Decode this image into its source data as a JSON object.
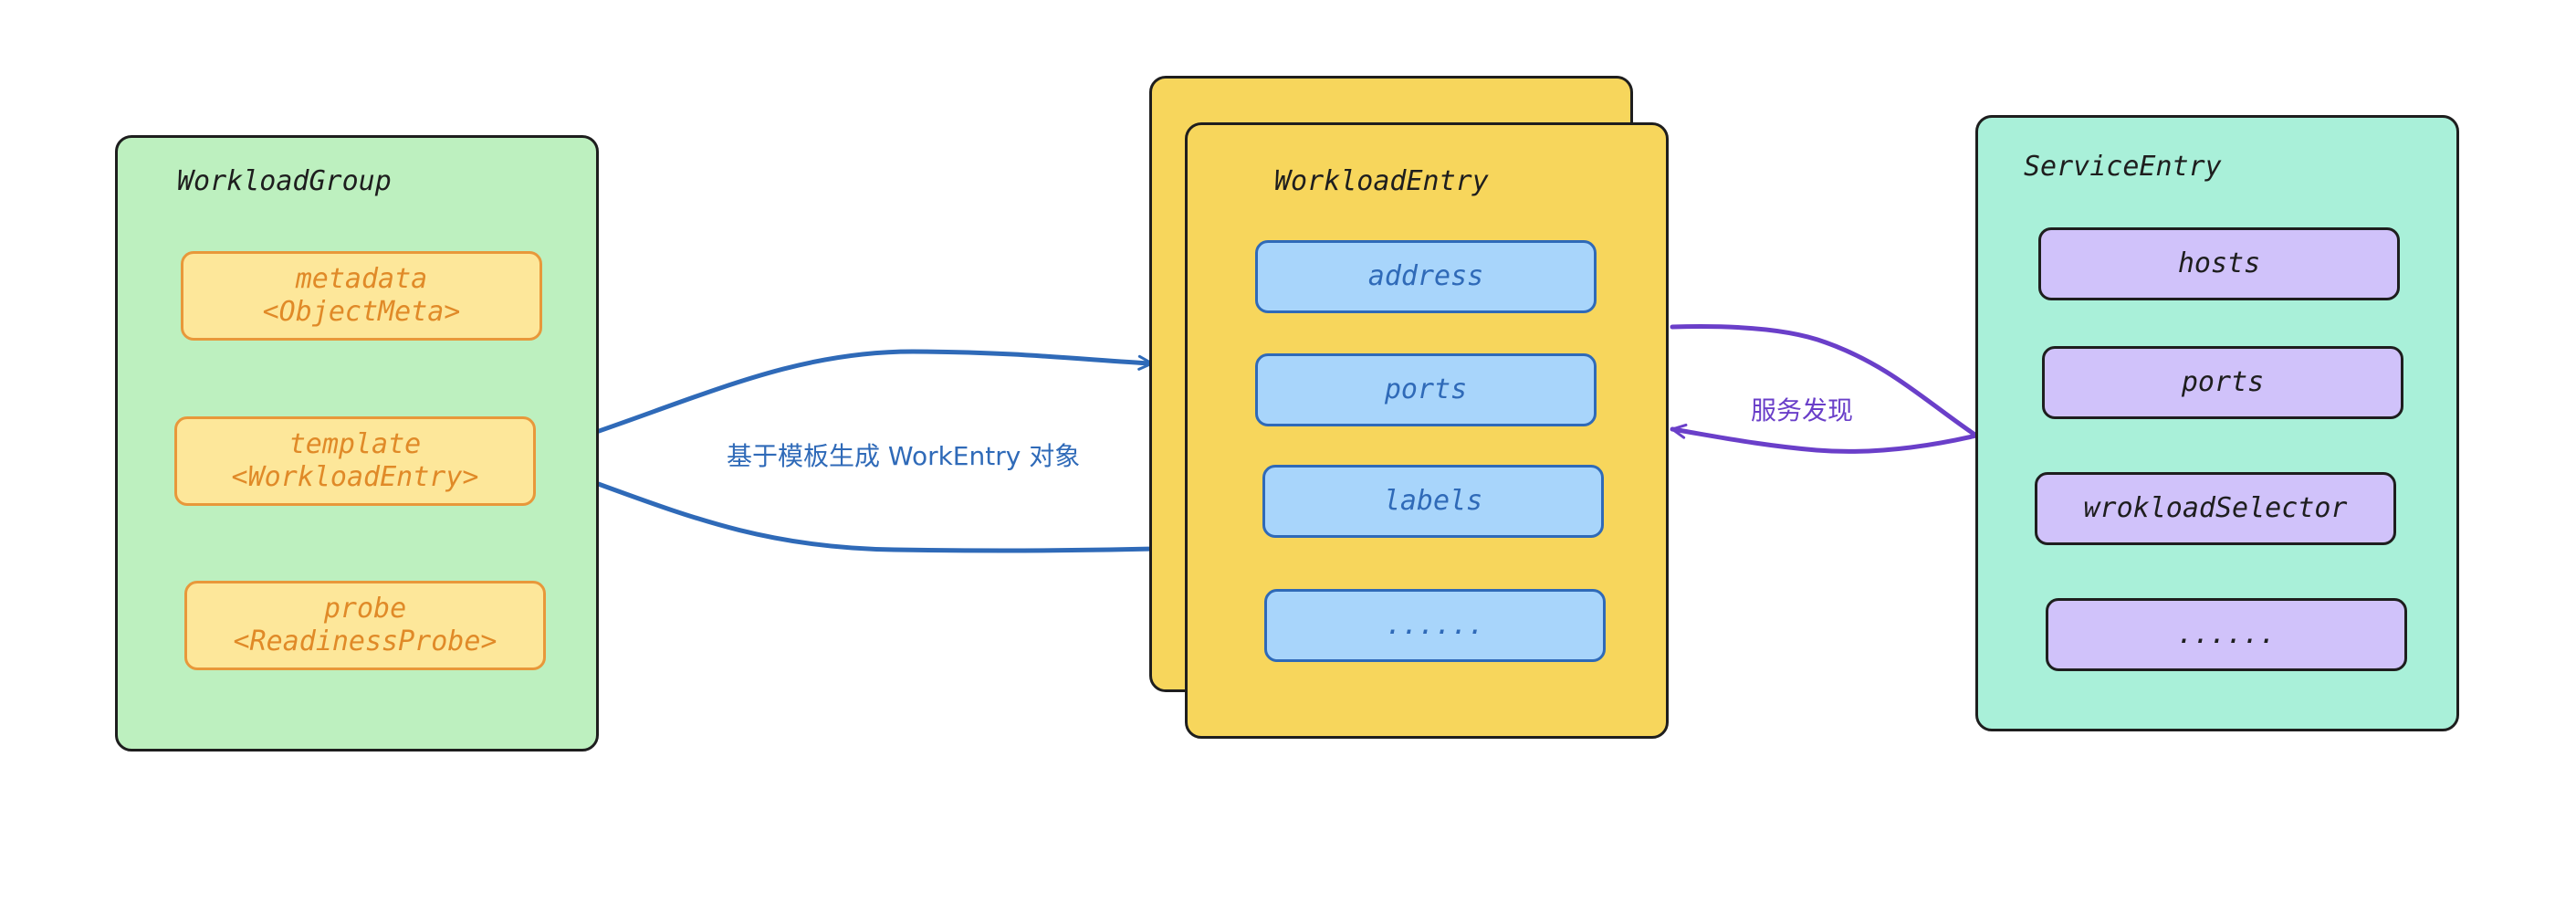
{
  "workload_group": {
    "title": "WorkloadGroup",
    "fields": [
      {
        "line1": "metadata",
        "line2": "<ObjectMeta>"
      },
      {
        "line1": "template",
        "line2": "<WorkloadEntry>"
      },
      {
        "line1": "probe",
        "line2": "<ReadinessProbe>"
      }
    ]
  },
  "workload_entry": {
    "title": "WorkloadEntry",
    "fields": [
      "address",
      "ports",
      "labels",
      "......"
    ]
  },
  "service_entry": {
    "title": "ServiceEntry",
    "fields": [
      "hosts",
      "ports",
      "wrokloadSelector",
      "......"
    ]
  },
  "edges": {
    "template_to_entry": {
      "label": "基于模板生成 WorkEntry 对象",
      "color": "#2f6ab8"
    },
    "service_to_entry": {
      "label": "服务发现",
      "color": "#6a3fc9"
    }
  },
  "colors": {
    "group_bg": "#bdf0bf",
    "entry_bg": "#f7d65c",
    "service_bg": "#a9f0d9",
    "orange_field_bg": "#fde79a",
    "orange_field_border": "#e8983a",
    "blue_field_bg": "#a8d5fb",
    "blue_field_border": "#2f6ab8",
    "purple_field_bg": "#d0c2fa",
    "outline": "#1e1e1e"
  }
}
